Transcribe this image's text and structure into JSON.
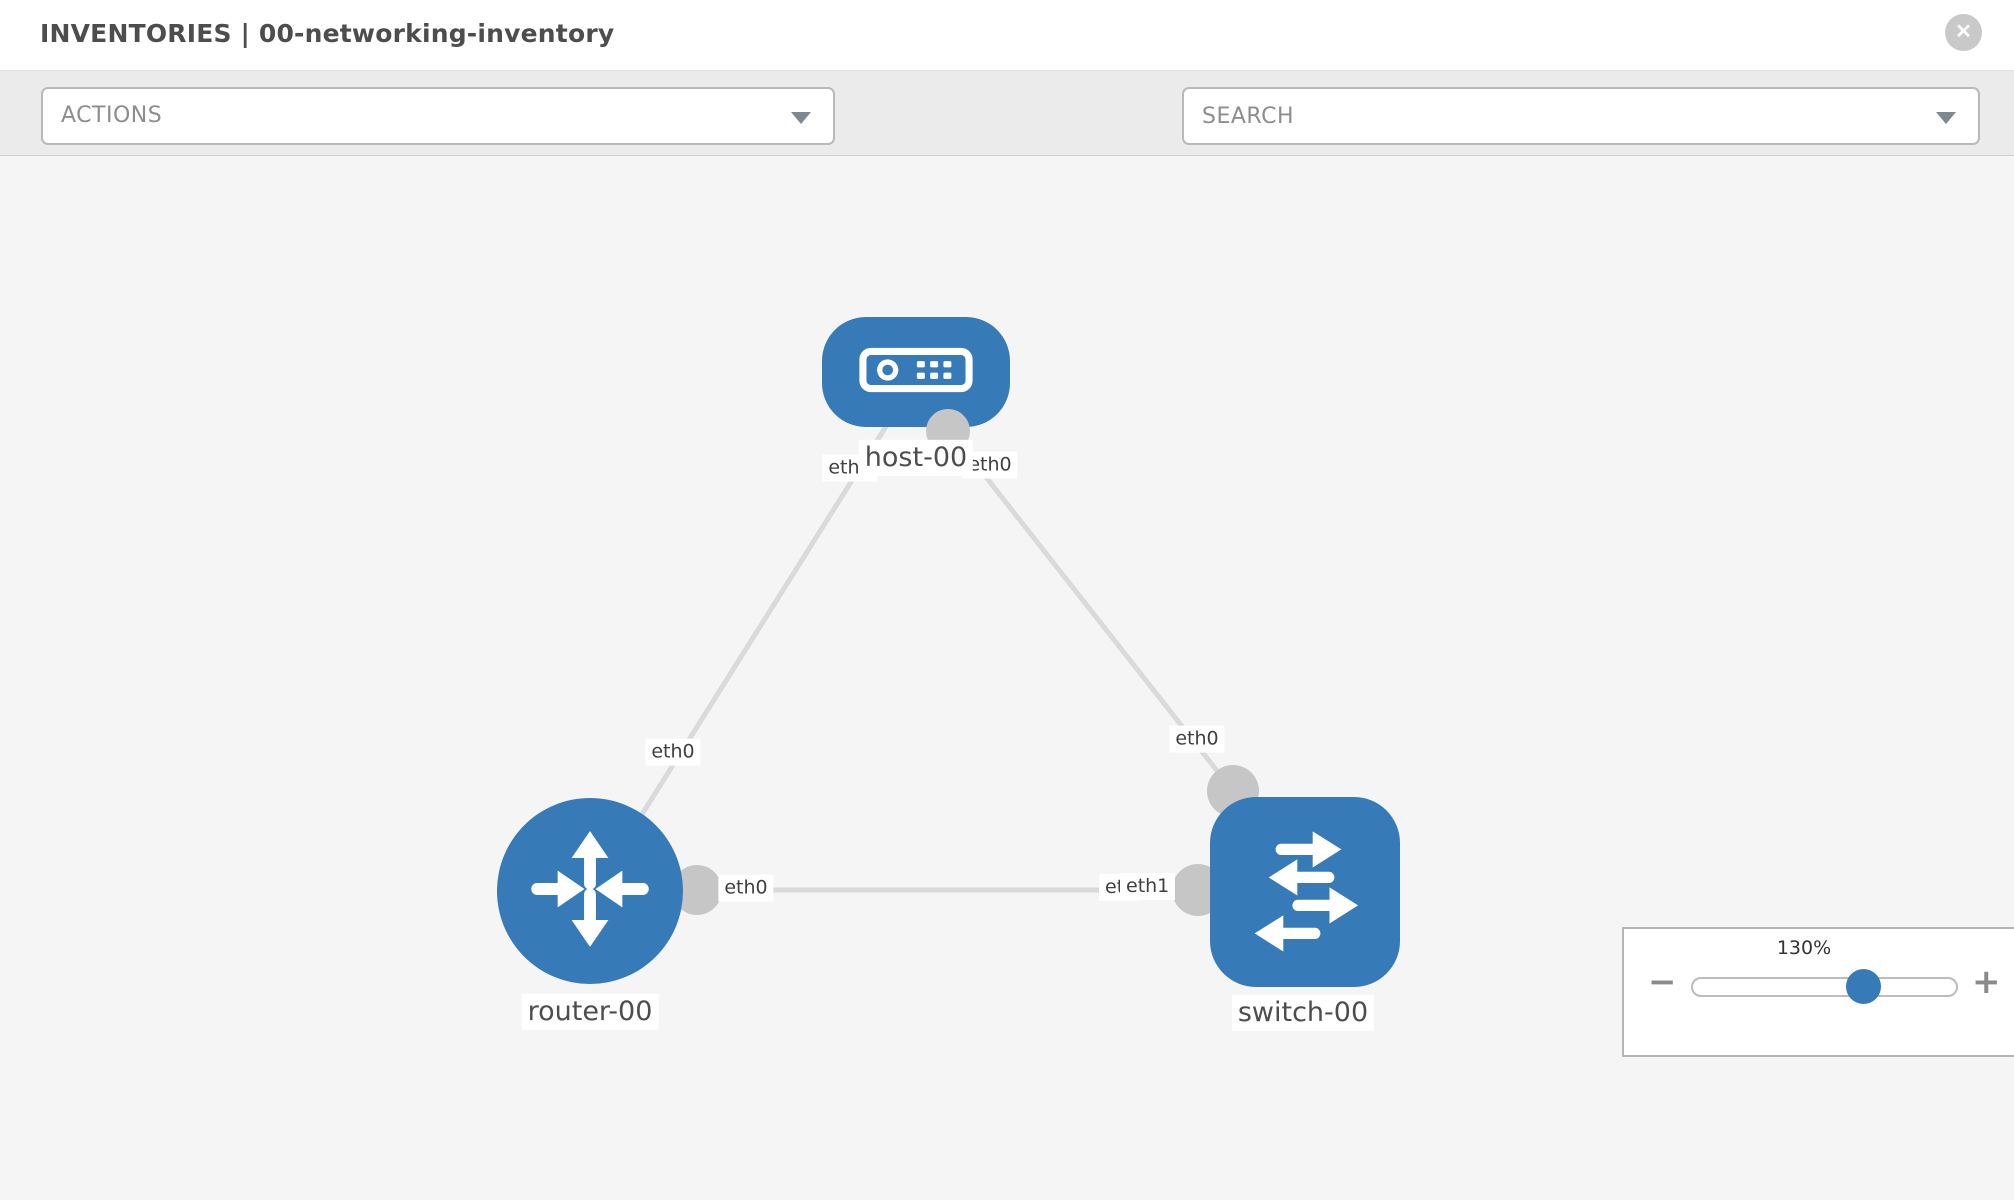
{
  "header": {
    "title": "INVENTORIES | 00-networking-inventory",
    "close_glyph": "✕"
  },
  "toolbar": {
    "actions_label": "ACTIONS",
    "search_placeholder": "SEARCH",
    "icon_buttons": [
      "wrench-icon",
      "key-icon"
    ]
  },
  "topology": {
    "nodes": [
      {
        "id": "host-00",
        "label": "host-00",
        "type": "host",
        "shape": "rounded-pill"
      },
      {
        "id": "router-00",
        "label": "router-00",
        "type": "router",
        "shape": "circle"
      },
      {
        "id": "switch-00",
        "label": "switch-00",
        "type": "switch",
        "shape": "rounded-square"
      }
    ],
    "links": [
      {
        "from": "host-00",
        "to": "router-00",
        "from_interface": "eth0",
        "to_interface": "eth0"
      },
      {
        "from": "host-00",
        "to": "switch-00",
        "from_interface": "eth0",
        "to_interface": "eth0"
      },
      {
        "from": "router-00",
        "to": "switch-00",
        "from_interface": "eth0",
        "to_interface": "eth1",
        "overlapped_label": "eth0"
      }
    ]
  },
  "zoom_control": {
    "level": "130%",
    "minus_glyph": "−",
    "plus_glyph": "+"
  },
  "colors": {
    "node_blue": "#377ab8",
    "canvas_bg": "#f5f5f5",
    "toolbar_bg": "#ebebeb",
    "link_gray": "#dadada",
    "port_gray": "#c6c6c6",
    "title_text": "#4d4d4d"
  }
}
